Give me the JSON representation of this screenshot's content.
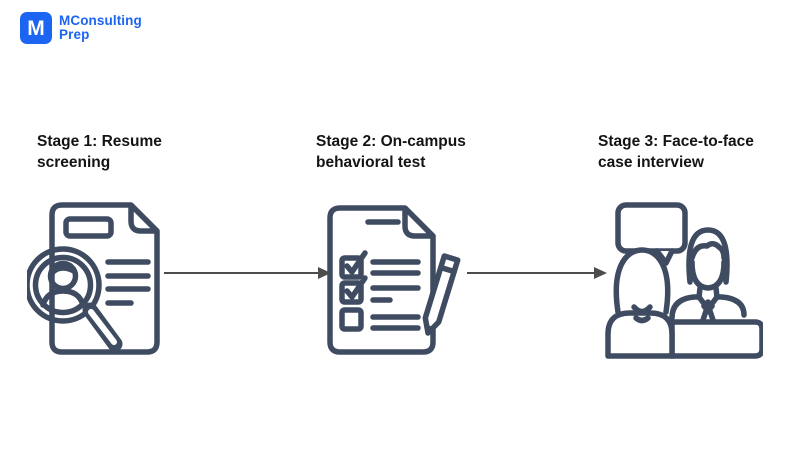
{
  "brand": {
    "logo_letter": "M",
    "name_line1": "MConsulting",
    "name_line2": "Prep"
  },
  "diagram": {
    "stages": [
      {
        "label_line1": "Stage 1: Resume",
        "label_line2": "screening",
        "icon": "resume-screening-icon"
      },
      {
        "label_line1": "Stage 2: On-campus",
        "label_line2": "behavioral test",
        "icon": "checklist-pencil-icon"
      },
      {
        "label_line1": "Stage 3: Face-to-face",
        "label_line2": "case interview",
        "icon": "interview-people-icon"
      }
    ],
    "connectors": [
      "arrow-right",
      "arrow-right"
    ]
  },
  "colors": {
    "brand_blue": "#1c65f2",
    "icon_stroke": "#3e4b61",
    "arrow": "#4d4d4d",
    "label_text": "#141414",
    "background": "#ffffff"
  }
}
